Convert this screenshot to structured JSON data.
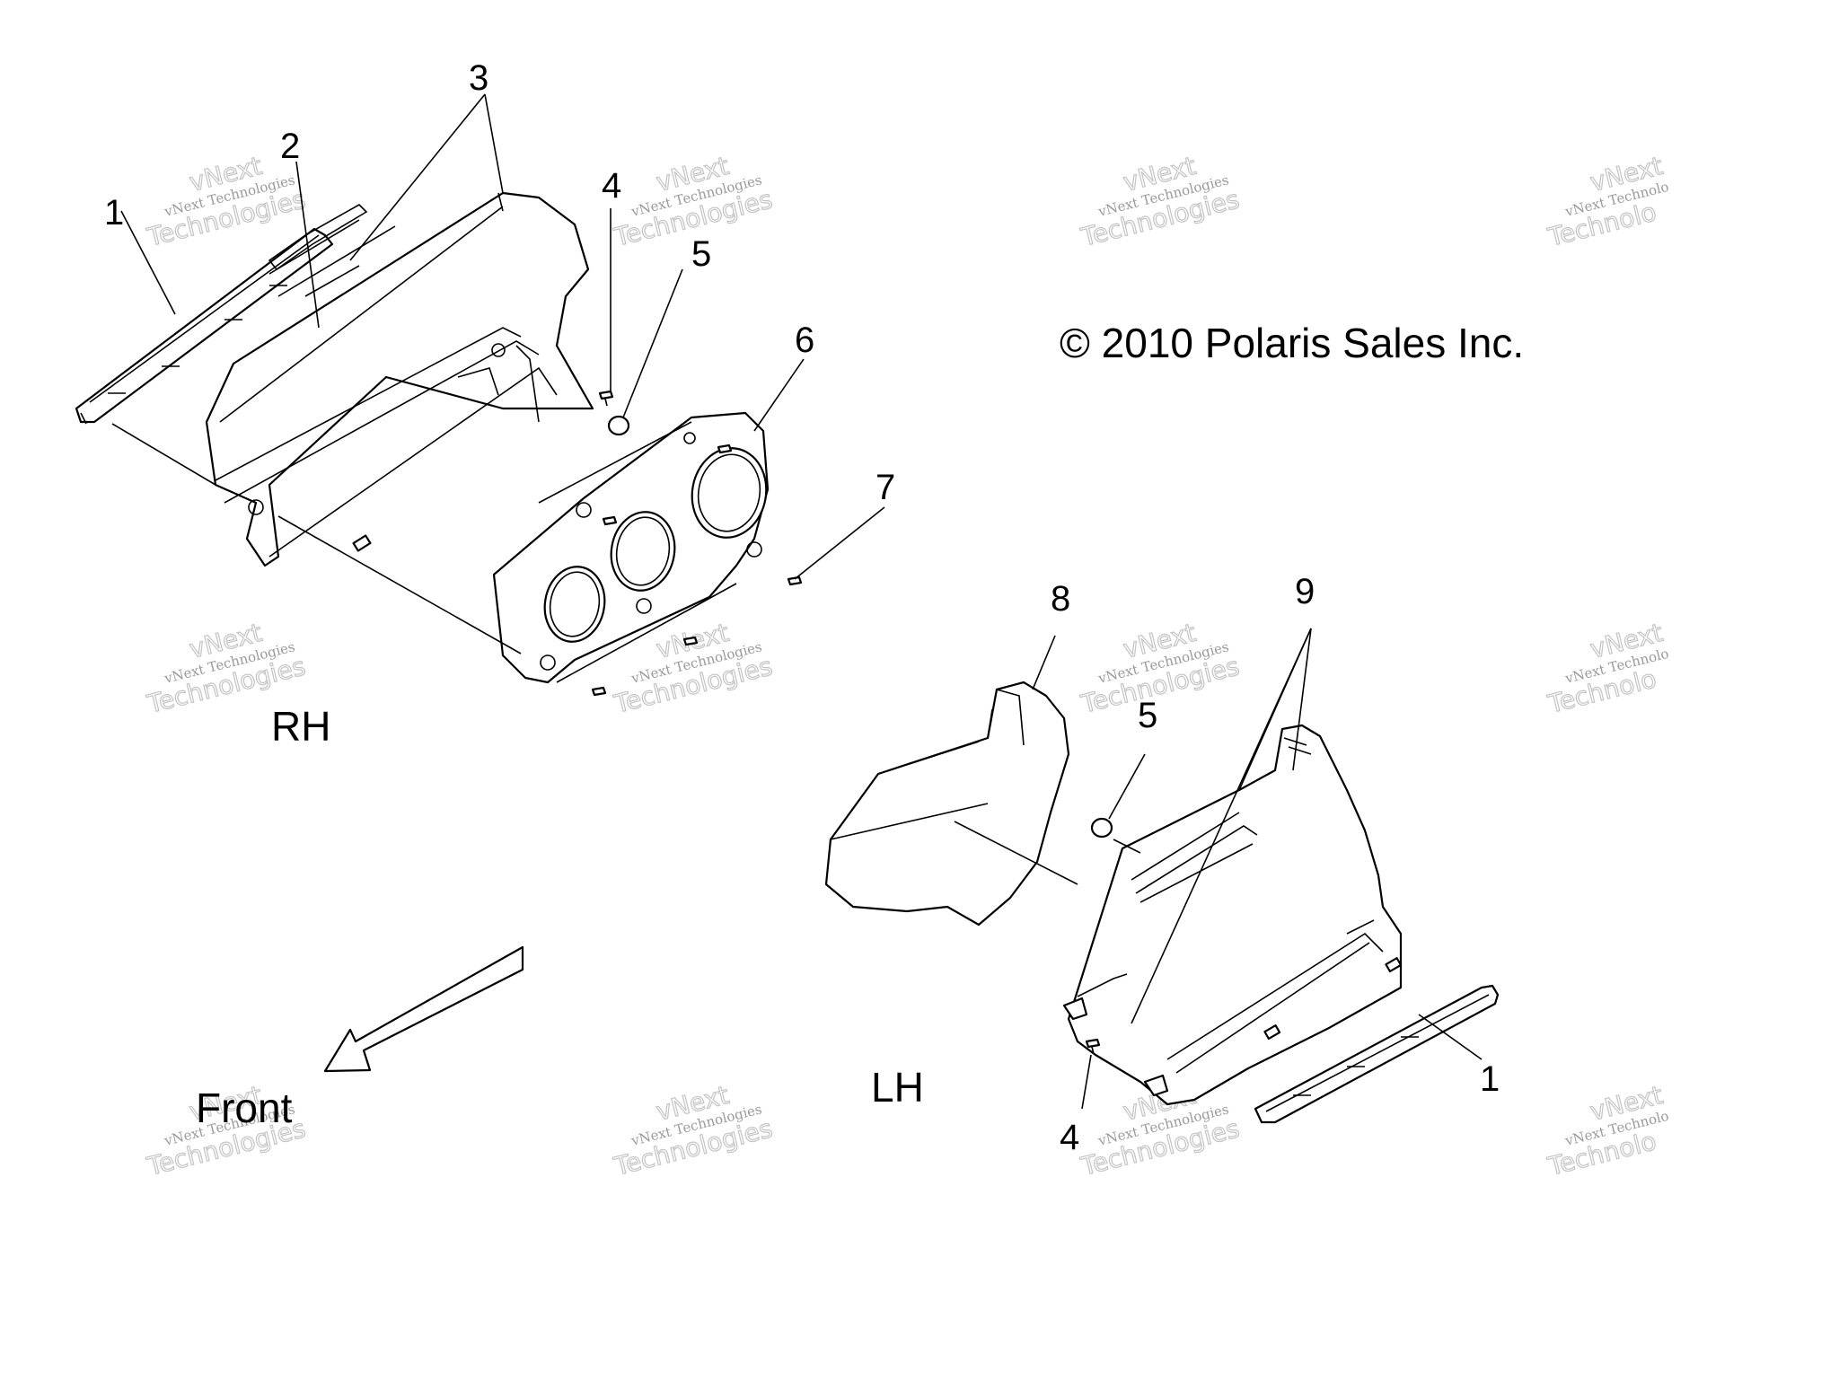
{
  "copyright": "© 2010 Polaris Sales Inc.",
  "labels": {
    "rh": "RH",
    "lh": "LH",
    "front": "Front"
  },
  "watermark": {
    "line1": "vNext Technologies",
    "line2": "vNext",
    "line3": "Technologies",
    "partial": "Technolo"
  },
  "callouts": [
    "1",
    "2",
    "3",
    "4",
    "5",
    "6",
    "7",
    "8",
    "9",
    "5",
    "4",
    "1"
  ]
}
